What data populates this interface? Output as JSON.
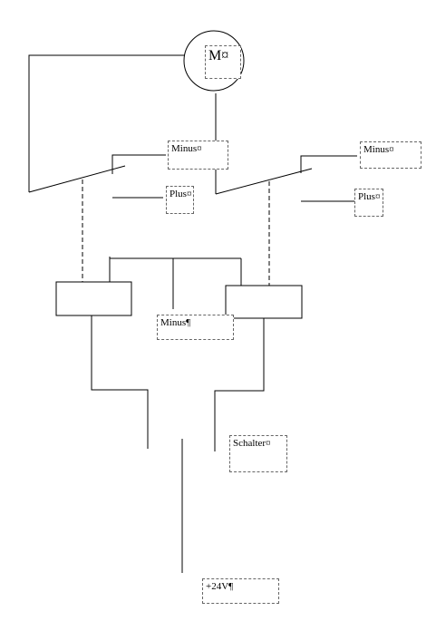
{
  "colors": {
    "stroke": "#000000",
    "label_border": "#666666",
    "background": "#ffffff"
  },
  "labels": {
    "motor": "M¤",
    "minus_left": "Minus¤",
    "minus_right": "Minus¤",
    "plus_left": "Plus¤",
    "plus_right": "Plus¤",
    "minus_bus": "Minus¶",
    "switch": "Schalter¤",
    "supply": "+24V¶"
  }
}
